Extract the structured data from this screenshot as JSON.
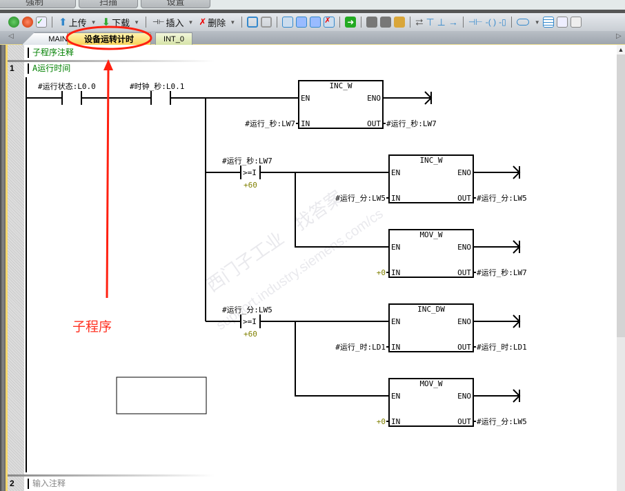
{
  "top_tabs": [
    "强制",
    "扫描",
    "设置"
  ],
  "toolbar": {
    "upload": "上传",
    "download": "下载",
    "insert": "插入",
    "delete": "删除"
  },
  "program_tabs": [
    "MAIN",
    "设备运转计时",
    "INT_0"
  ],
  "editor": {
    "subroutine_comment": "子程序注释",
    "networks": [
      {
        "number": "1",
        "comment": "A运行时间"
      },
      {
        "number": "2",
        "comment": "输入注释"
      }
    ],
    "contacts": [
      {
        "label": "#运行状态:L0.0"
      },
      {
        "label": "#时钟_秒:L0.1"
      }
    ],
    "compares": [
      {
        "label": "#运行_秒:LW7",
        "op": ">=I",
        "value": "+60"
      },
      {
        "label": "#运行_分:LW5",
        "op": ">=I",
        "value": "+60"
      }
    ],
    "boxes": [
      {
        "title": "INC_W",
        "in_label": "#运行_秒:LW7",
        "out_label": "#运行_秒:LW7"
      },
      {
        "title": "INC_W",
        "in_label": "#运行_分:LW5",
        "out_label": "#运行_分:LW5"
      },
      {
        "title": "MOV_W",
        "in_label": "+0",
        "out_label": "#运行_秒:LW7"
      },
      {
        "title": "INC_DW",
        "in_label": "#运行_时:LD1",
        "out_label": "#运行_时:LD1"
      },
      {
        "title": "MOV_W",
        "in_label": "+0",
        "out_label": "#运行_分:LW5"
      }
    ],
    "pins": {
      "en": "EN",
      "eno": "ENO",
      "in": "IN",
      "out": "OUT"
    }
  },
  "annotation": {
    "text": "子程序",
    "color": "#ff3020"
  },
  "watermark": {
    "line1": "西门子工业",
    "line2": "找答案",
    "line3": "support.industry.siemens.com/cs"
  },
  "colors": {
    "comment": "#008000",
    "constant": "#808000"
  }
}
